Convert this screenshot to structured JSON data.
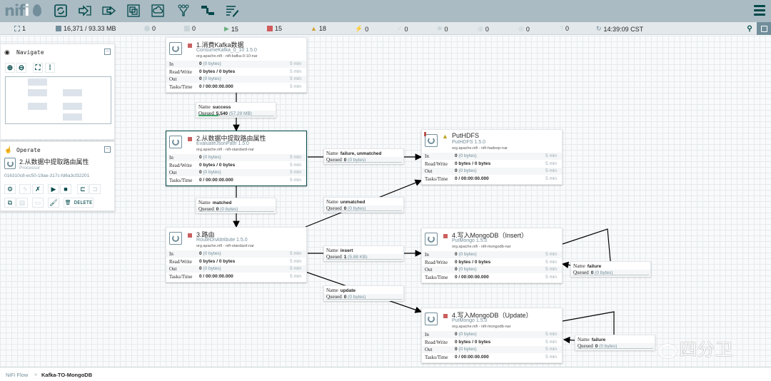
{
  "header": {
    "logo": {
      "text_a": "nif",
      "text_b": "i"
    },
    "toolbar": [
      {
        "name": "processor",
        "icon": "processor-icon"
      },
      {
        "name": "input-port",
        "icon": "input-port-icon"
      },
      {
        "name": "output-port",
        "icon": "output-port-icon"
      },
      {
        "name": "process-group",
        "icon": "process-group-icon"
      },
      {
        "name": "remote-process-group",
        "icon": "remote-process-group-icon"
      },
      {
        "name": "funnel",
        "icon": "funnel-icon"
      },
      {
        "name": "template",
        "icon": "template-icon"
      },
      {
        "name": "label",
        "icon": "label-icon"
      }
    ]
  },
  "status": {
    "nodes": "1",
    "queued": "16,371 / 93.33 MB",
    "transmitting": "0",
    "not_transmitting": "0",
    "running": "15",
    "stopped": "15",
    "invalid": "18",
    "disabled": "0",
    "up_to_date": "0",
    "locally_modified": "0",
    "stale": "0",
    "locally_modified_stale": "0",
    "sync_failure": "0",
    "refreshed": "14:39:09 CST"
  },
  "navigate": {
    "title": "Navigate"
  },
  "operate": {
    "title": "Operate",
    "selected_name": "2.从数据中提取路由属性",
    "selected_type": "Processor",
    "selected_id": "016310c8-ec50-19ae-317c-fd6a3cf32201",
    "delete_label": "DELETE"
  },
  "processors": [
    {
      "name": "1.消费Kafka数据",
      "type": "ConsumeKafka_0_10 1.5.0",
      "bundle": "org.apache.nifi - nifi-kafka-0-10-nar",
      "state": "stopped",
      "in": "0",
      "in_sub": "(0 bytes)",
      "rw": "0 bytes / 0 bytes",
      "out": "0",
      "out_sub": "(0 bytes)",
      "tasks": "0 / 00:00:00.000",
      "window": "5 min"
    },
    {
      "name": "2.从数据中提取路由属性",
      "type": "EvaluateJsonPath 1.5.0",
      "bundle": "org.apache.nifi - nifi-standard-nar",
      "state": "stopped",
      "in": "0",
      "in_sub": "(0 bytes)",
      "rw": "0 bytes / 0 bytes",
      "out": "0",
      "out_sub": "(0 bytes)",
      "tasks": "0 / 00:00:00.000",
      "window": "5 min"
    },
    {
      "name": "3.路由",
      "type": "RouteOnAttribute 1.5.0",
      "bundle": "org.apache.nifi - nifi-standard-nar",
      "state": "stopped",
      "in": "0",
      "in_sub": "(0 bytes)",
      "rw": "0 bytes / 0 bytes",
      "out": "0",
      "out_sub": "(0 bytes)",
      "tasks": "0 / 00:00:00.000",
      "window": "5 min"
    },
    {
      "name": "PutHDFS",
      "type": "PutHDFS 1.5.0",
      "bundle": "org.apache.nifi - nifi-hadoop-nar",
      "state": "invalid",
      "in": "0",
      "in_sub": "(0 bytes)",
      "rw": "0 bytes / 0 bytes",
      "out": "0",
      "out_sub": "(0 bytes)",
      "tasks": "0 / 00:00:00.000",
      "window": "5 min"
    },
    {
      "name": "4.写入MongoDB（Insert）",
      "type": "PutMongo 1.5.0",
      "bundle": "org.apache.nifi - nifi-mongodb-nar",
      "state": "stopped",
      "in": "0",
      "in_sub": "(0 bytes)",
      "rw": "0 bytes / 0 bytes",
      "out": "0",
      "out_sub": "(0 bytes)",
      "tasks": "0 / 00:00:00.000",
      "window": "5 min"
    },
    {
      "name": "4.写入MongoDB（Update）",
      "type": "PutMongo 1.5.0",
      "bundle": "org.apache.nifi - nifi-mongodb-nar",
      "state": "stopped",
      "in": "0",
      "in_sub": "(0 bytes)",
      "rw": "0 bytes / 0 bytes",
      "out": "0",
      "out_sub": "(0 bytes)",
      "tasks": "0 / 00:00:00.000",
      "window": "5 min"
    }
  ],
  "connections": [
    {
      "name_label": "Name",
      "name": "success",
      "queued_label": "Queued",
      "count": "5,540",
      "size": "(57.29 MB)"
    },
    {
      "name_label": "Name",
      "name": "failure, unmatched",
      "queued_label": "Queued",
      "count": "0",
      "size": "(0 bytes)"
    },
    {
      "name_label": "Name",
      "name": "matched",
      "queued_label": "Queued",
      "count": "0",
      "size": "(0 bytes)"
    },
    {
      "name_label": "Name",
      "name": "unmatched",
      "queued_label": "Queued",
      "count": "0",
      "size": "(0 bytes)"
    },
    {
      "name_label": "Name",
      "name": "insert",
      "queued_label": "Queued",
      "count": "1",
      "size": "(5.88 KB)"
    },
    {
      "name_label": "Name",
      "name": "update",
      "queued_label": "Queued",
      "count": "0",
      "size": "(0 bytes)"
    },
    {
      "name_label": "Name",
      "name": "failure",
      "queued_label": "Queued",
      "count": "0",
      "size": "(0 bytes)"
    },
    {
      "name_label": "Name",
      "name": "failure",
      "queued_label": "Queued",
      "count": "0",
      "size": "(0 bytes)"
    }
  ],
  "row_labels": {
    "in": "In",
    "rw": "Read/Write",
    "out": "Out",
    "tasks": "Tasks/Time"
  },
  "breadcrumb": {
    "root": "NiFi Flow",
    "sep": "»",
    "current": "Kafka-TO-MongoDB"
  },
  "watermark": "四分卫"
}
